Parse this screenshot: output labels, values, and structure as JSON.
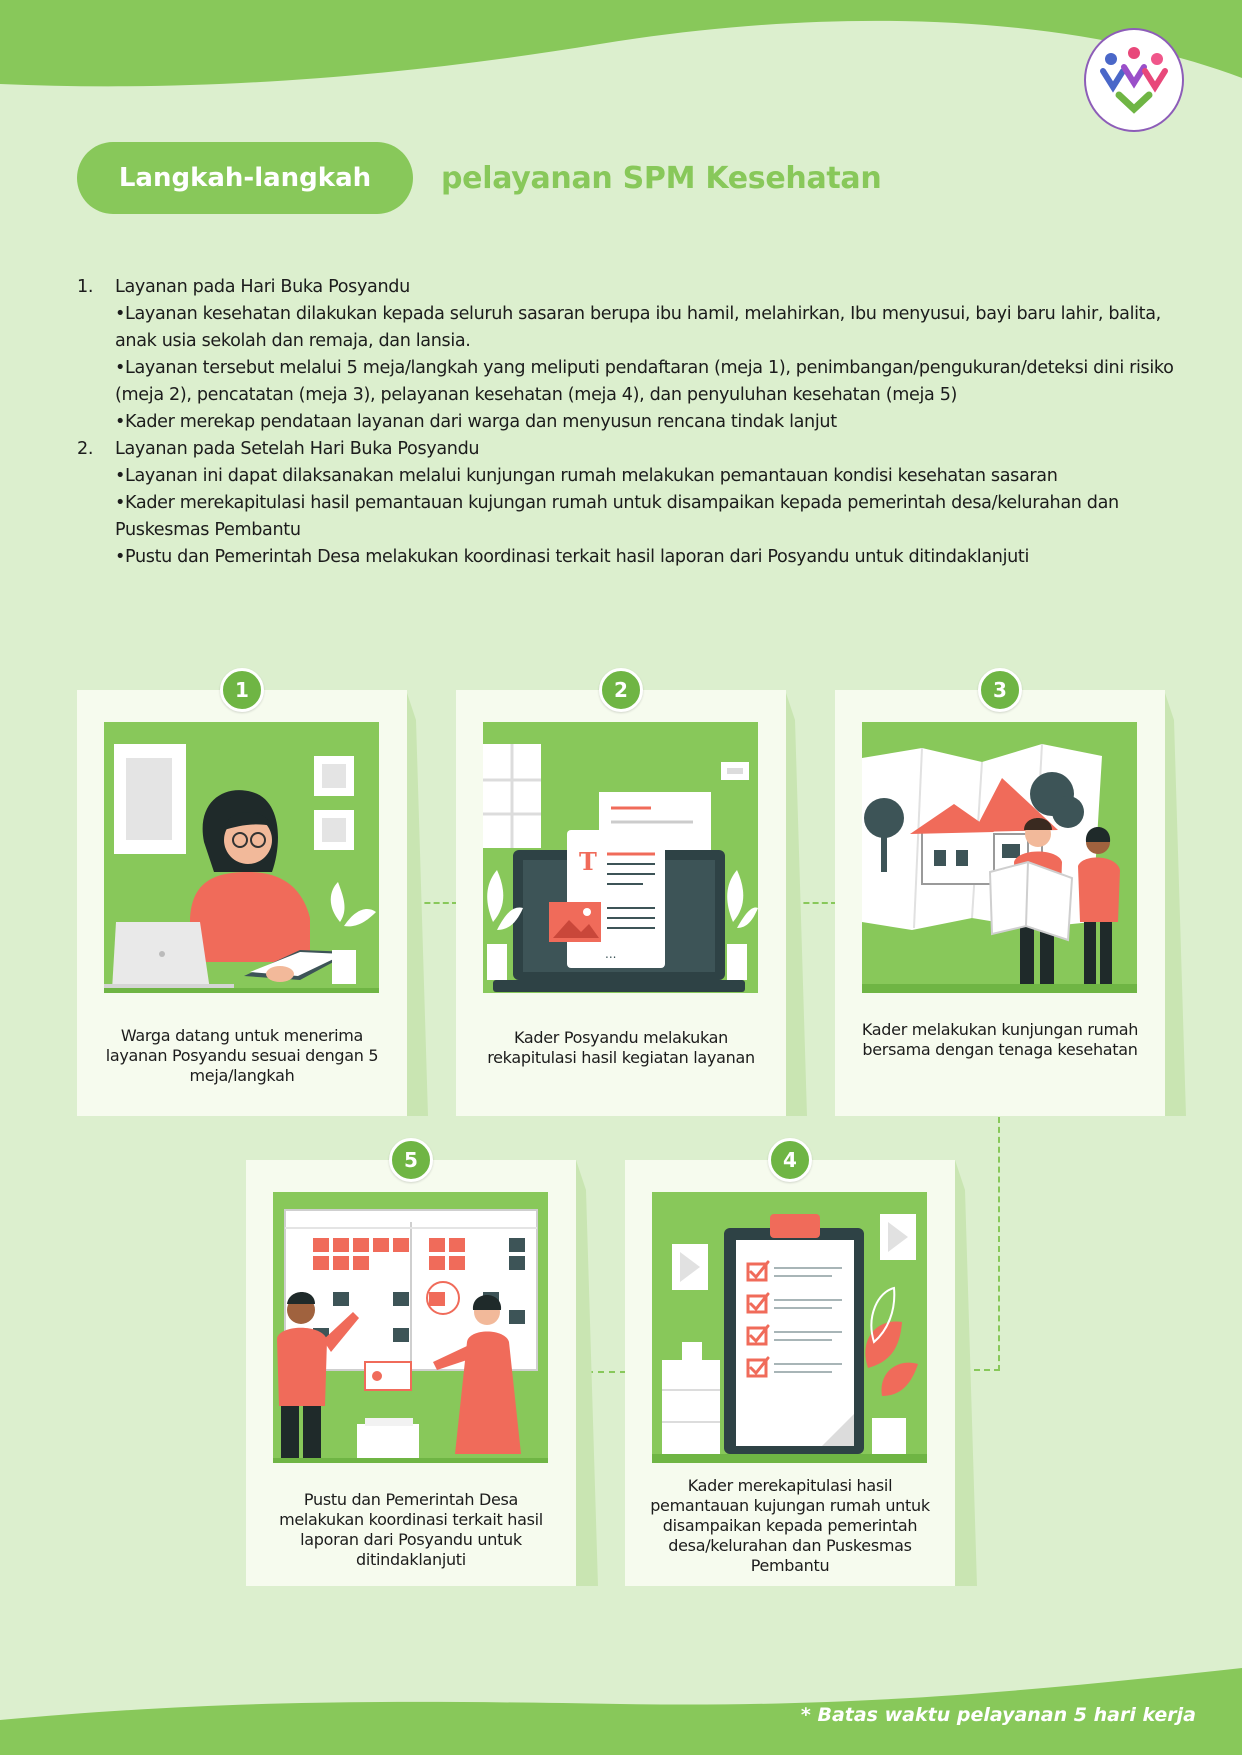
{
  "colors": {
    "green": "#88c85a",
    "dark_green": "#6fb544",
    "background": "#dcefce",
    "card": "#f6fbee",
    "accent_red": "#f06b5a"
  },
  "title": {
    "pill": "Langkah-langkah",
    "rest": "pelayanan SPM Kesehatan"
  },
  "list": [
    {
      "number": "1.",
      "heading": "Layanan pada Hari Buka Posyandu",
      "bullets": [
        "•Layanan kesehatan dilakukan kepada seluruh sasaran berupa ibu hamil, melahirkan, Ibu menyusui, bayi baru lahir, balita, anak usia sekolah dan remaja, dan lansia.",
        "•Layanan tersebut melalui 5 meja/langkah yang meliputi pendaftaran (meja 1), penimbangan/pengukuran/deteksi dini risiko (meja 2), pencatatan (meja 3), pelayanan kesehatan (meja 4), dan penyuluhan kesehatan (meja 5)",
        "•Kader merekap pendataan layanan dari warga dan menyusun rencana tindak lanjut"
      ]
    },
    {
      "number": "2.",
      "heading": "Layanan pada Setelah Hari Buka Posyandu",
      "bullets": [
        "•Layanan ini dapat dilaksanakan melalui kunjungan rumah melakukan pemantauan kondisi kesehatan sasaran",
        "•Kader merekapitulasi hasil pemantauan kujungan rumah untuk disampaikan kepada pemerintah desa/kelurahan dan Puskesmas Pembantu",
        "•Pustu dan Pemerintah Desa melakukan koordinasi terkait hasil laporan dari Posyandu untuk ditindaklanjuti"
      ]
    }
  ],
  "cards": [
    {
      "number": "1",
      "caption": "Warga datang untuk menerima layanan Posyandu sesuai dengan 5 meja/langkah"
    },
    {
      "number": "2",
      "caption": "Kader Posyandu melakukan rekapitulasi hasil kegiatan layanan"
    },
    {
      "number": "3",
      "caption": "Kader melakukan kunjungan rumah bersama dengan tenaga kesehatan"
    },
    {
      "number": "4",
      "caption": "Kader merekapitulasi hasil pemantauan kujungan rumah untuk disampaikan kepada pemerintah desa/kelurahan dan Puskesmas Pembantu"
    },
    {
      "number": "5",
      "caption": "Pustu dan Pemerintah Desa melakukan koordinasi terkait hasil laporan dari Posyandu untuk ditindaklanjuti"
    }
  ],
  "illustration_labels": {
    "document_letter": "T",
    "dots": "..."
  },
  "footnote": "* Batas waktu pelayanan 5 hari kerja"
}
